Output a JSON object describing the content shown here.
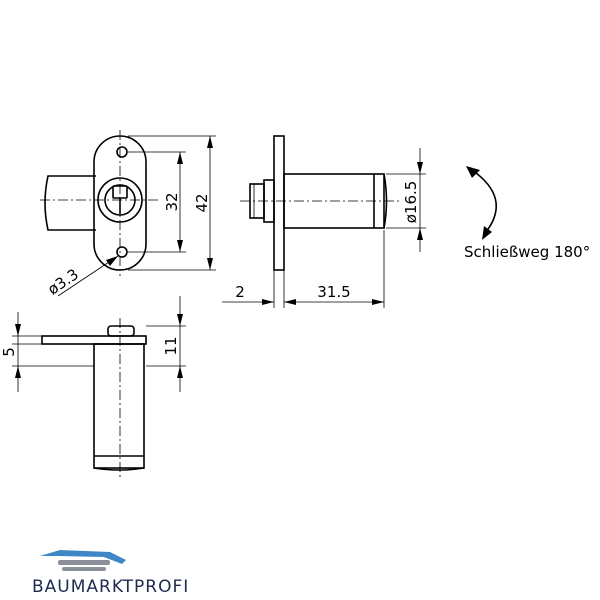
{
  "dimensions": {
    "plate_height": "42",
    "hole_spacing": "32",
    "hole_diameter": "ø3.3",
    "plate_thickness": "2",
    "body_length": "31.5",
    "body_diameter": "ø16.5",
    "offset_small": "5",
    "offset_large": "11"
  },
  "note": {
    "label": "Schließweg  180°"
  },
  "brand": {
    "name": "BAUMARKTPROFI"
  },
  "colors": {
    "logo_blue": "#3f86c6",
    "logo_gray": "#8a8f99",
    "logo_text": "#1d2b4f"
  }
}
